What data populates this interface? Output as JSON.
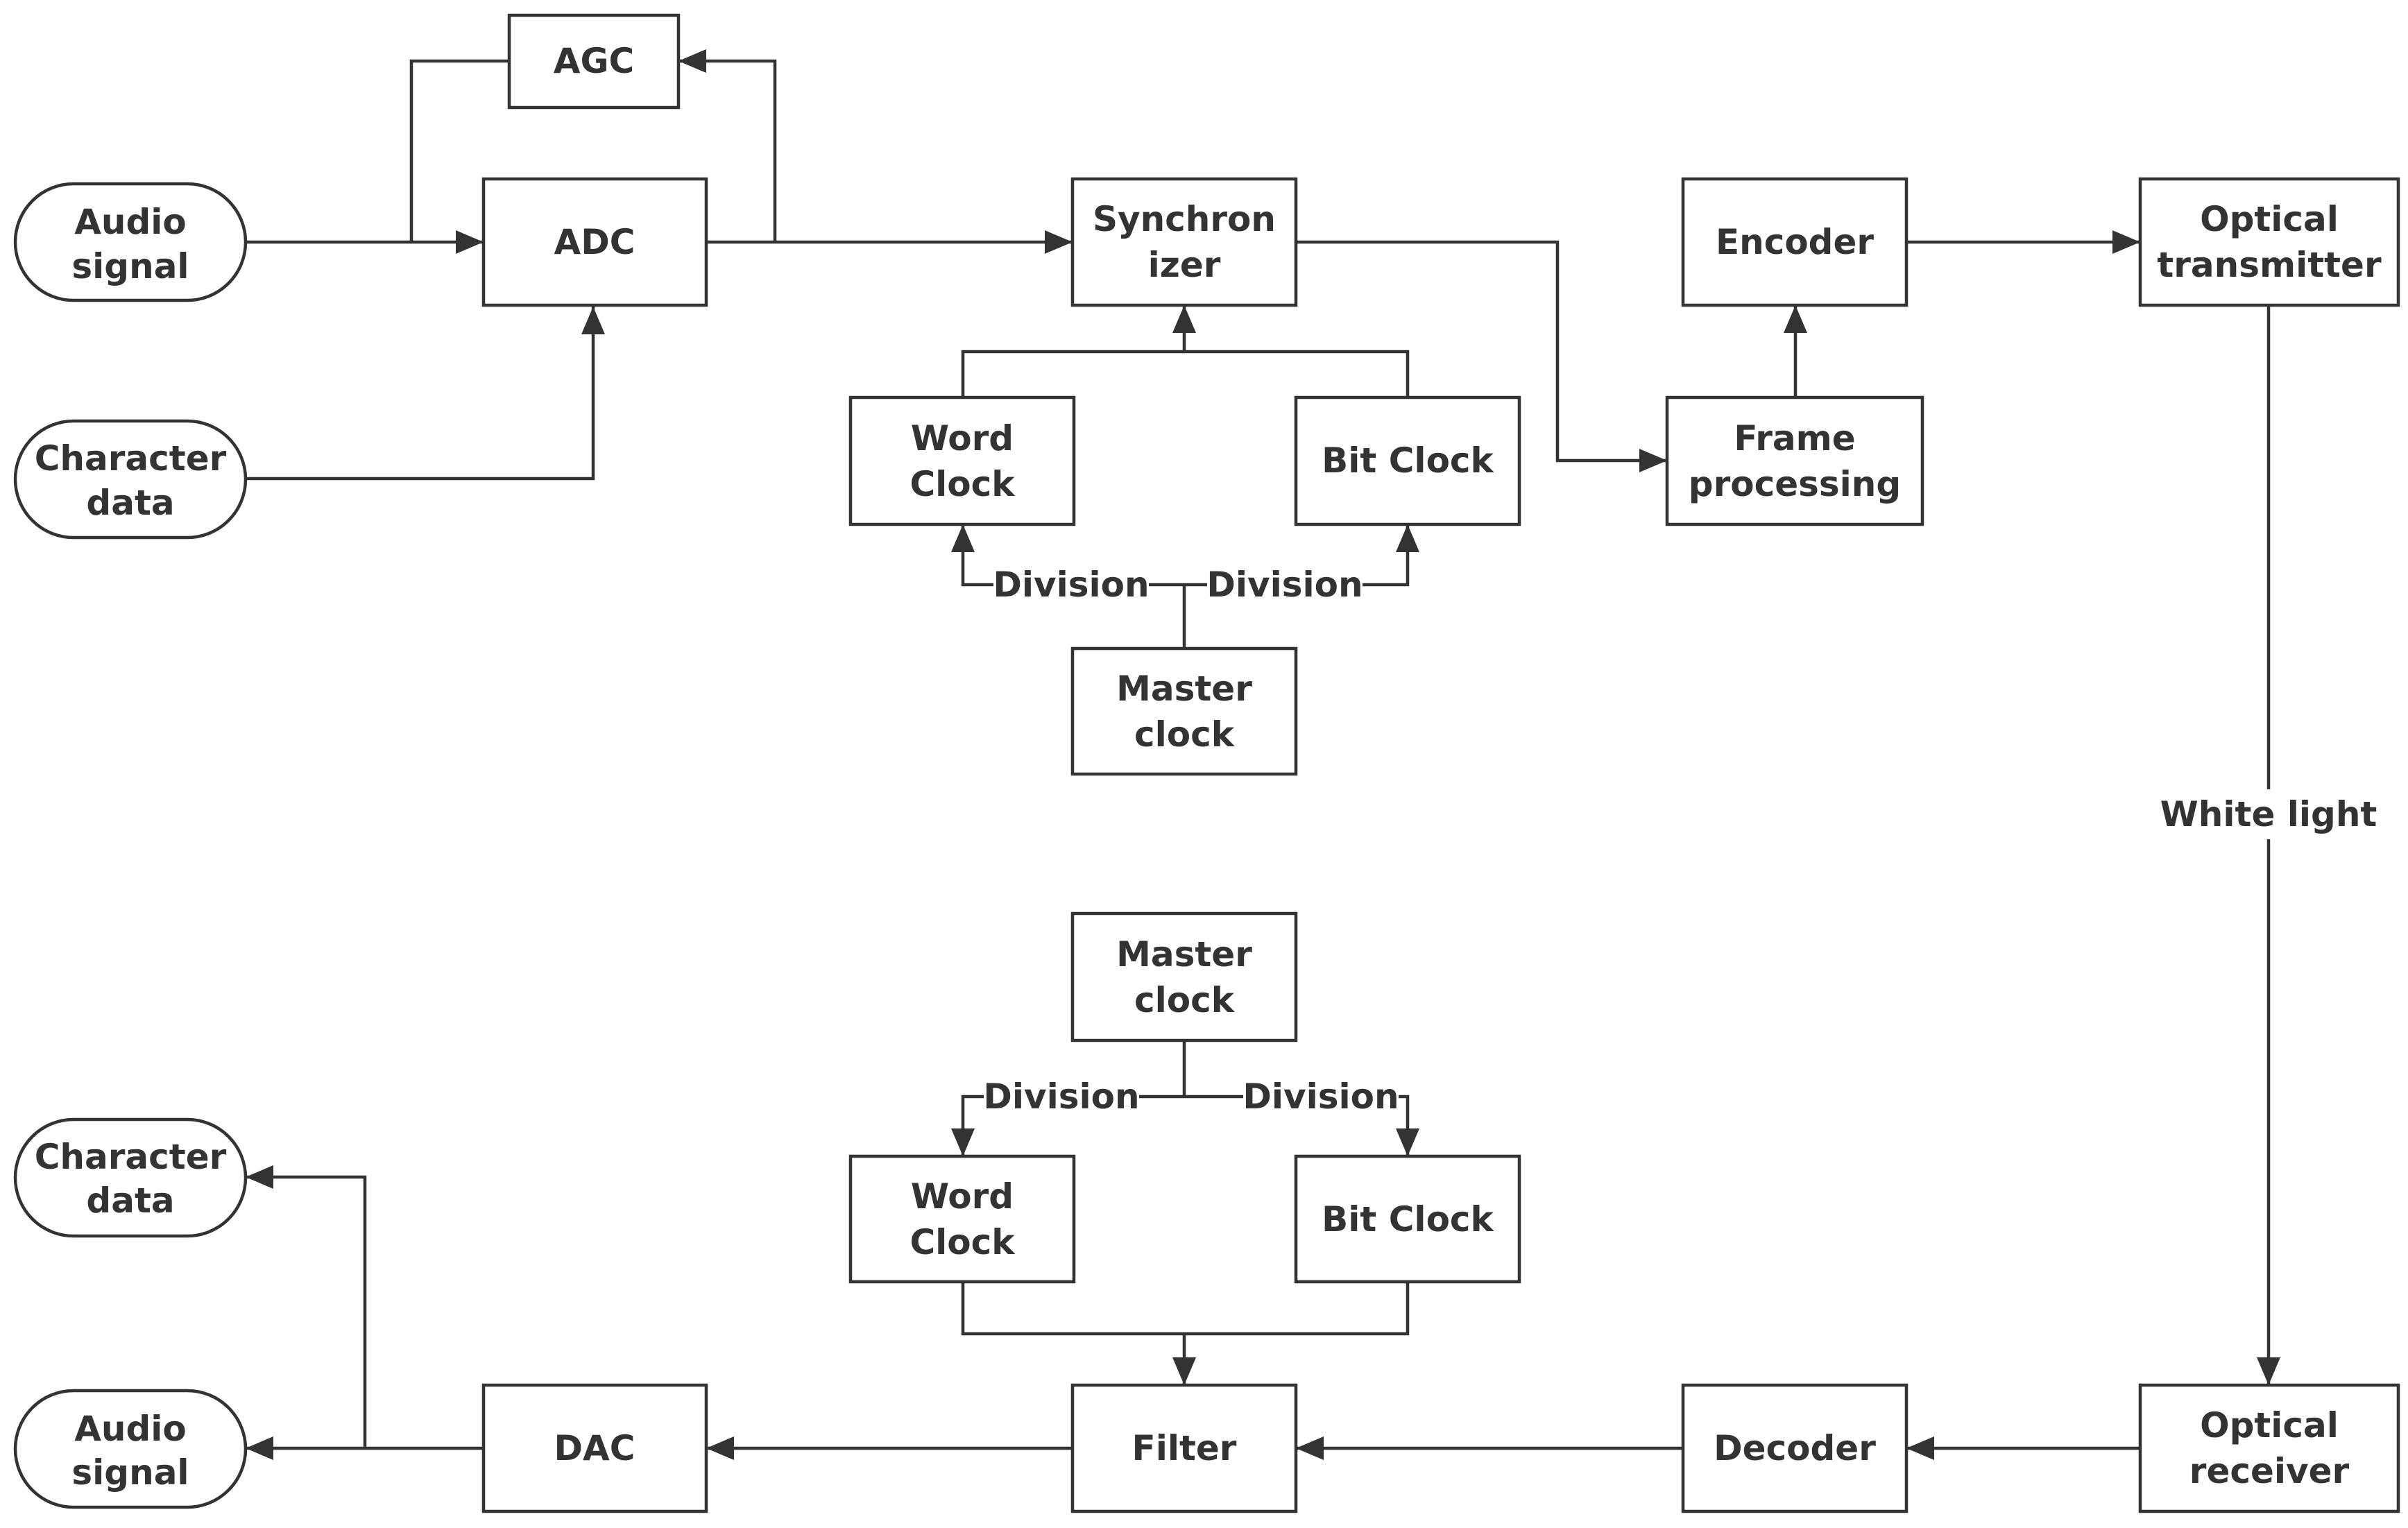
{
  "diagram": {
    "background": "#ffffff",
    "line_color": "#333333",
    "nodes": {
      "agc": {
        "lines": [
          "AGC"
        ]
      },
      "audio_signal_in": {
        "lines": [
          "Audio",
          "signal"
        ]
      },
      "adc": {
        "lines": [
          "ADC"
        ]
      },
      "character_data_in": {
        "lines": [
          "Character",
          "data"
        ]
      },
      "synchronizer": {
        "lines": [
          "Synchron",
          "izer"
        ]
      },
      "word_clock_tx": {
        "lines": [
          "Word",
          "Clock"
        ]
      },
      "bit_clock_tx": {
        "lines": [
          "Bit Clock"
        ]
      },
      "master_clock_tx": {
        "lines": [
          "Master",
          "clock"
        ]
      },
      "encoder": {
        "lines": [
          "Encoder"
        ]
      },
      "frame_processing": {
        "lines": [
          "Frame",
          "processing"
        ]
      },
      "optical_transmitter": {
        "lines": [
          "Optical",
          "transmitter"
        ]
      },
      "master_clock_rx": {
        "lines": [
          "Master",
          "clock"
        ]
      },
      "word_clock_rx": {
        "lines": [
          "Word",
          "Clock"
        ]
      },
      "bit_clock_rx": {
        "lines": [
          "Bit Clock"
        ]
      },
      "character_data_out": {
        "lines": [
          "Character",
          "data"
        ]
      },
      "audio_signal_out": {
        "lines": [
          "Audio",
          "signal"
        ]
      },
      "dac": {
        "lines": [
          "DAC"
        ]
      },
      "filter": {
        "lines": [
          "Filter"
        ]
      },
      "decoder": {
        "lines": [
          "Decoder"
        ]
      },
      "optical_receiver": {
        "lines": [
          "Optical",
          "receiver"
        ]
      }
    },
    "edge_labels": {
      "division_tx_left": "Division",
      "division_tx_right": "Division",
      "division_rx_left": "Division",
      "division_rx_right": "Division",
      "white_light": "White light"
    }
  }
}
